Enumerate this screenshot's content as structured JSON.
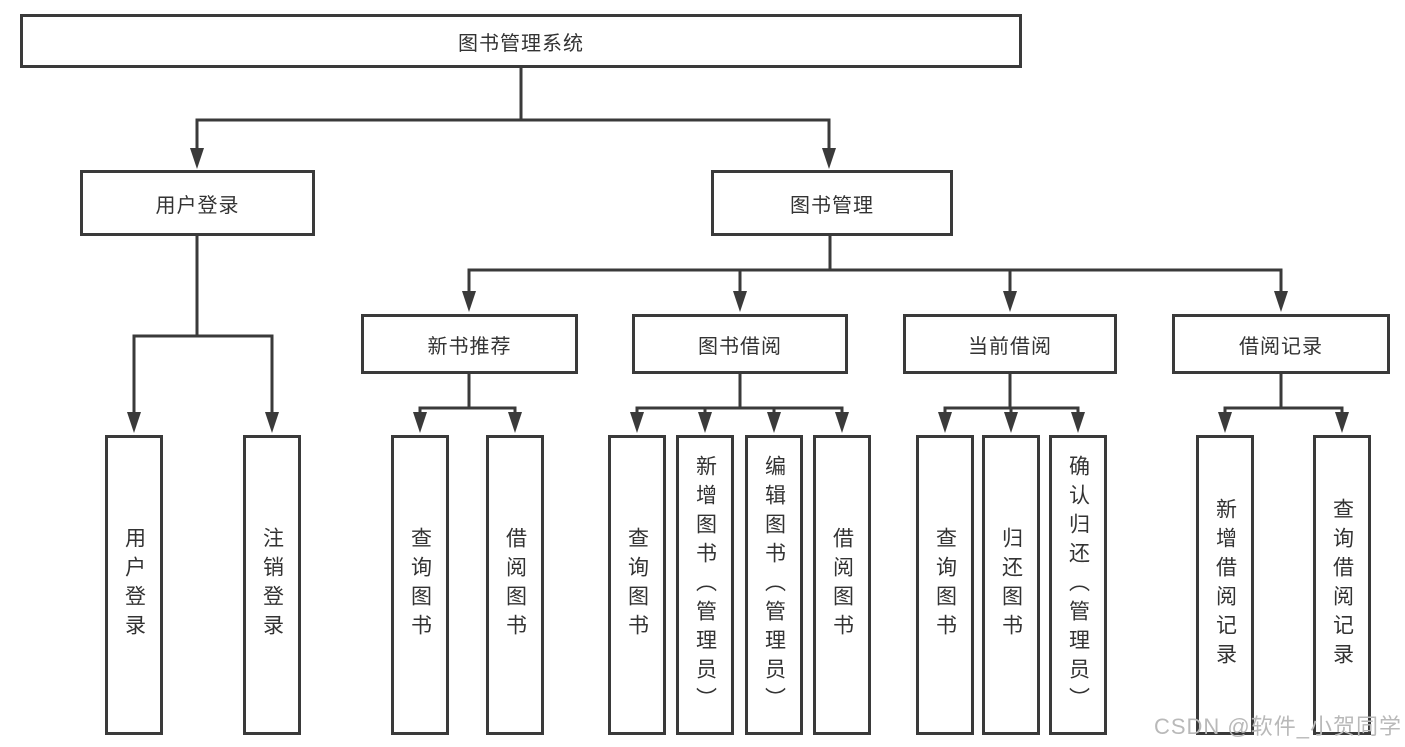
{
  "diagram": {
    "root": {
      "label": "图书管理系统"
    },
    "branches": [
      {
        "label": "用户登录",
        "children": [
          {
            "label": "用户登录"
          },
          {
            "label": "注销登录"
          }
        ]
      },
      {
        "label": "图书管理",
        "sections": [
          {
            "label": "新书推荐",
            "children": [
              {
                "label": "查询图书"
              },
              {
                "label": "借阅图书"
              }
            ]
          },
          {
            "label": "图书借阅",
            "children": [
              {
                "label": "查询图书"
              },
              {
                "label": "新增图书（管理员）"
              },
              {
                "label": "编辑图书（管理员）"
              },
              {
                "label": "借阅图书"
              }
            ]
          },
          {
            "label": "当前借阅",
            "children": [
              {
                "label": "查询图书"
              },
              {
                "label": "归还图书"
              },
              {
                "label": "确认归还（管理员）"
              }
            ]
          },
          {
            "label": "借阅记录",
            "children": [
              {
                "label": "新增借阅记录"
              },
              {
                "label": "查询借阅记录"
              }
            ]
          }
        ]
      }
    ]
  },
  "watermark": {
    "text": "CSDN @软件_小贺同学"
  },
  "colors": {
    "line": "#3a3a3a",
    "text": "#333333",
    "watermark": "#b9b9b9",
    "background": "#ffffff"
  }
}
